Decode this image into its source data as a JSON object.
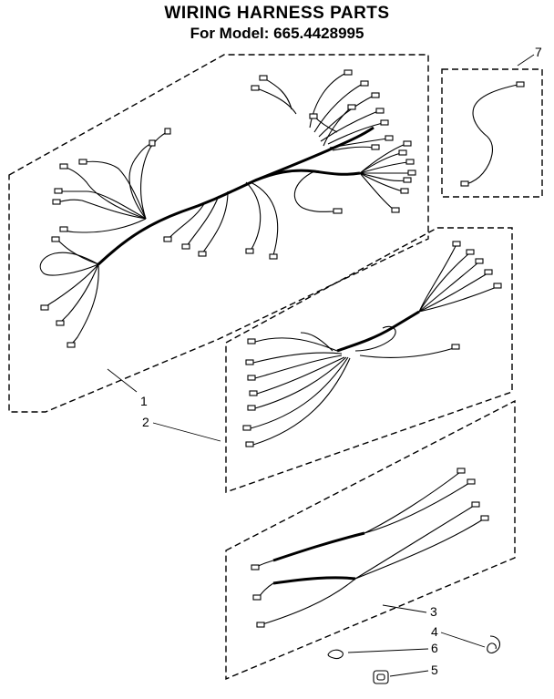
{
  "header": {
    "title": "WIRING HARNESS PARTS",
    "subtitle": "For Model: 665.4428995"
  },
  "callouts": [
    "1",
    "2",
    "3",
    "4",
    "5",
    "6",
    "7"
  ]
}
